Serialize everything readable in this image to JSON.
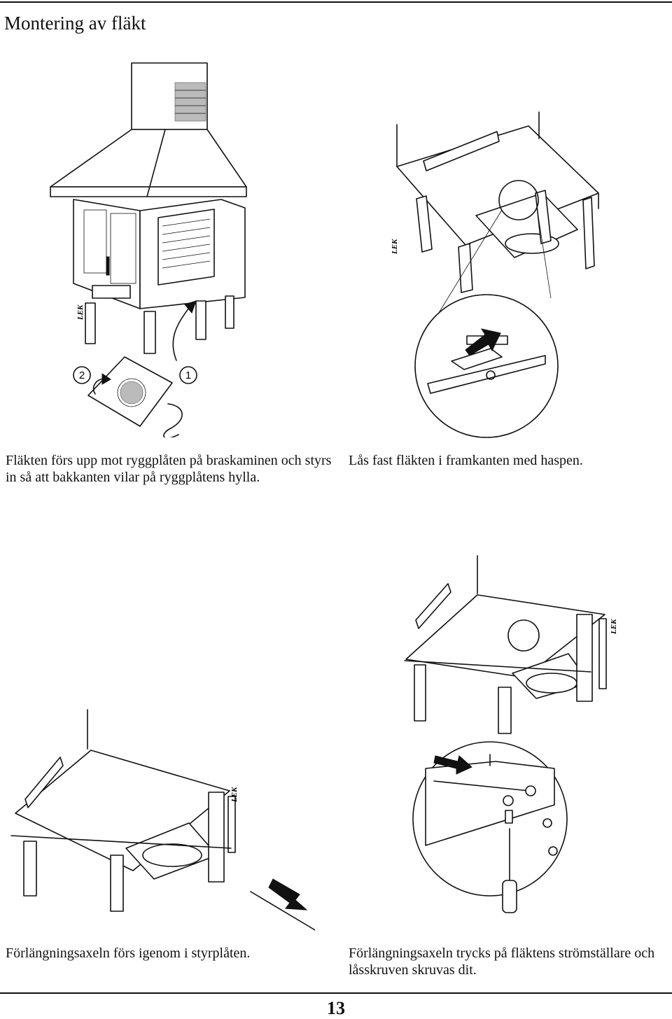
{
  "page": {
    "title": "Montering av fläkt",
    "number": "13"
  },
  "figures": {
    "fig1": {
      "stove_label": "LEK",
      "step_a": "2",
      "step_b": "1"
    },
    "fig2": {
      "stove_label": "LEK"
    },
    "fig3": {
      "stove_label": "LEK"
    },
    "fig4": {
      "stove_label": "LEK"
    }
  },
  "captions": {
    "top_left": "Fläkten förs upp mot ryggplåten på braskaminen och styrs in så att bakkanten vilar på ryggplåtens hylla.",
    "top_right": "Lås fast fläkten i framkanten med haspen.",
    "bottom_left": "Förlängningsaxeln förs igenom i styrplåten.",
    "bottom_right": "Förlängningsaxeln trycks på fläktens strömställare och låsskruven skruvas dit."
  }
}
